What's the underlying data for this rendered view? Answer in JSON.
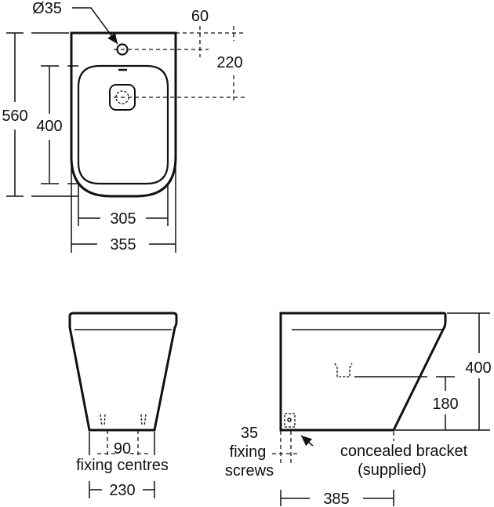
{
  "plan_view": {
    "hole_diameter": "Ø35",
    "hole_offset": "60",
    "waste_offset": "220",
    "overall_length": "560",
    "bowl_length": "400",
    "bowl_width": "305",
    "overall_width": "355"
  },
  "front_view": {
    "fixing_centres_value": "90",
    "fixing_centres_label": "fixing centres",
    "base_width": "230"
  },
  "side_view": {
    "height": "400",
    "outlet_height": "180",
    "screw_offset": "35",
    "fixing_label": "fixing",
    "screws_label": "screws",
    "bracket_label": "concealed bracket",
    "bracket_note": "(supplied)",
    "depth": "385"
  }
}
